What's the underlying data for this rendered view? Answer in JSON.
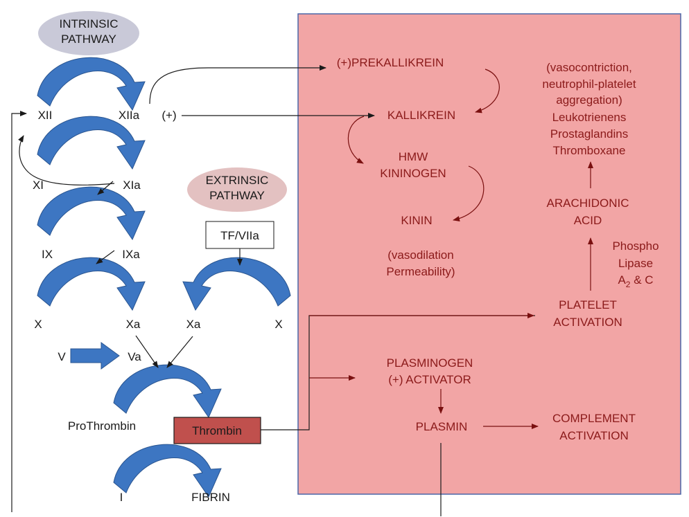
{
  "colors": {
    "box_fill": "#f2a5a5",
    "box_stroke": "#4a66a8",
    "arrow_blue": "#3d76c2",
    "arrow_blue_stroke": "#2a5590",
    "red_text": "#8b1a1a",
    "red_arrow": "#7a1010",
    "thrombin_fill": "#c0504d",
    "intrinsic_oval": "#c9c9d8",
    "extrinsic_oval": "#e3c1c1"
  },
  "intrinsic": {
    "line1": "INTRINSIC",
    "line2": "PATHWAY"
  },
  "extrinsic": {
    "line1": "EXTRINSIC",
    "line2": "PATHWAY"
  },
  "factors": {
    "xii": "XII",
    "xiia": "XIIa",
    "plus": "(+)",
    "xi": "XI",
    "xia": "XIa",
    "ix": "IX",
    "ixa": "IXa",
    "x_left": "X",
    "xa_left": "Xa",
    "xa_right": "Xa",
    "x_right": "X",
    "tf": "TF/VIIa",
    "v": "V",
    "va": "Va",
    "prothrombin": "ProThrombin",
    "thrombin": "Thrombin",
    "i": "I",
    "fibrin": "FIBRIN"
  },
  "kinin": {
    "prekallikrein": "(+)PREKALLIKREIN",
    "kallikrein": "KALLIKREIN",
    "hmw1": "HMW",
    "hmw2": "KININOGEN",
    "kinin": "KININ",
    "effect1": "(vasodilation",
    "effect2": "Permeability)"
  },
  "platelet": {
    "effect1": "(vasocontriction,",
    "effect2": "neutrophil-platelet",
    "effect3": "aggregation)",
    "leuko": "Leukotrienens",
    "prosta": "Prostaglandins",
    "thromboxane": "Thromboxane",
    "arachidonic1": "ARACHIDONIC",
    "arachidonic2": "ACID",
    "phospho1": "Phospho",
    "phospho2": "Lipase",
    "phospho3_a": "A",
    "phospho3_sub": "2",
    "phospho3_b": " & C",
    "activation1": "PLATELET",
    "activation2": "ACTIVATION"
  },
  "fibrinolysis": {
    "plasminogen1": "PLASMINOGEN",
    "plasminogen2": "(+) ACTIVATOR",
    "plasmin": "PLASMIN",
    "complement1": "COMPLEMENT",
    "complement2": "ACTIVATION"
  }
}
